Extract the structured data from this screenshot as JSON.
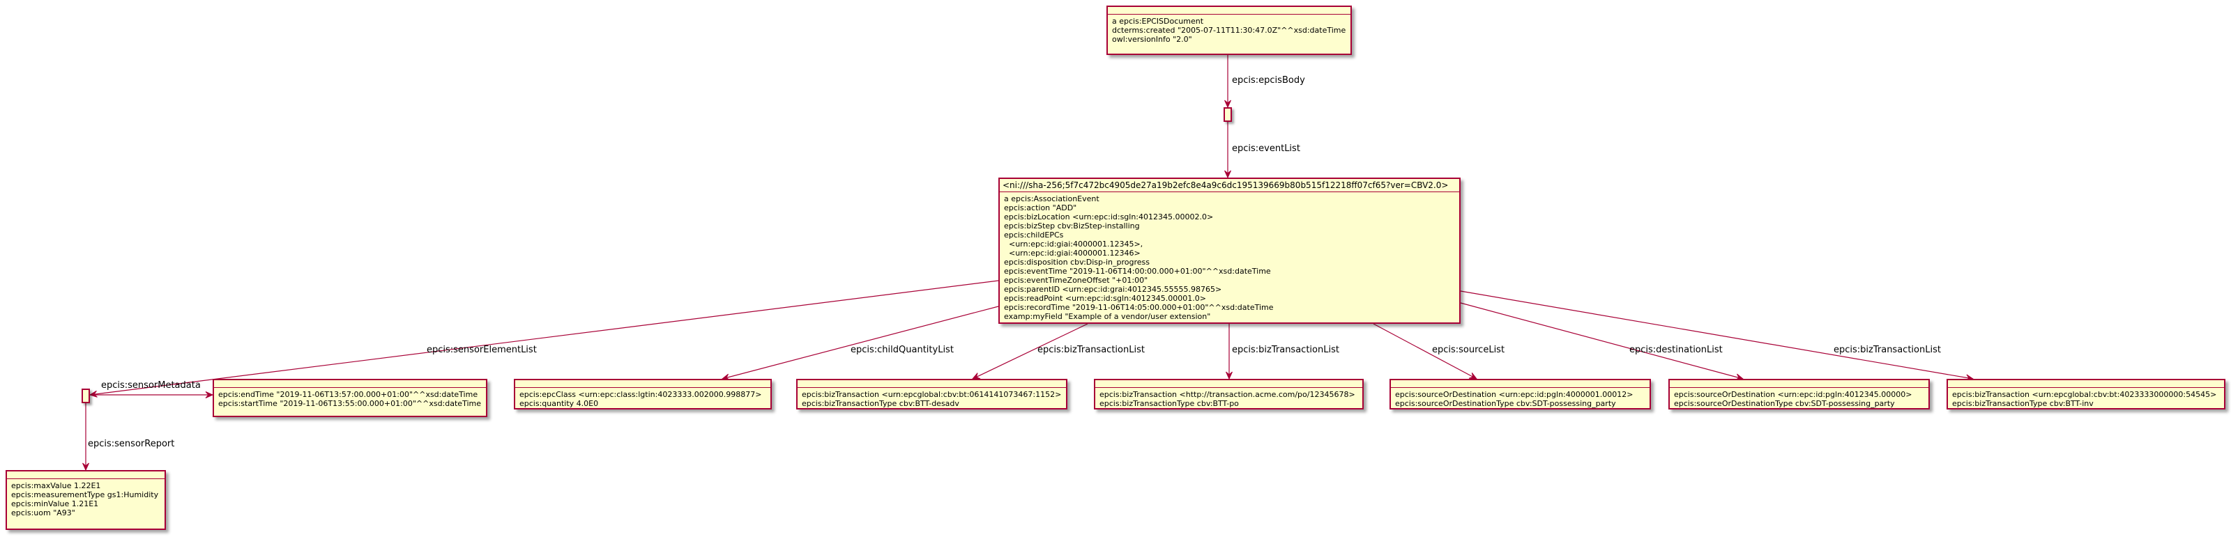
{
  "nodes": {
    "doc": {
      "header": "",
      "lines": [
        "a epcis:EPCISDocument",
        "dcterms:created \"2005-07-11T11:30:47.0Z\"^^xsd:dateTime",
        "owl:versionInfo \"2.0\""
      ]
    },
    "event": {
      "header": "<ni:///sha-256;5f7c472bc4905de27a19b2efc8e4a9c6dc195139669b80b515f12218ff07cf65?ver=CBV2.0>",
      "lines": [
        "a epcis:AssociationEvent",
        "epcis:action \"ADD\"",
        "epcis:bizLocation <urn:epc:id:sgln:4012345.00002.0>",
        "epcis:bizStep cbv:BizStep-installing",
        "epcis:childEPCs",
        "  <urn:epc:id:giai:4000001.12345>,",
        "  <urn:epc:id:giai:4000001.12346>",
        "epcis:disposition cbv:Disp-in_progress",
        "epcis:eventTime \"2019-11-06T14:00:00.000+01:00\"^^xsd:dateTime",
        "epcis:eventTimeZoneOffset \"+01:00\"",
        "epcis:parentID <urn:epc:id:grai:4012345.55555.98765>",
        "epcis:readPoint <urn:epc:id:sgln:4012345.00001.0>",
        "epcis:recordTime \"2019-11-06T14:05:00.000+01:00\"^^xsd:dateTime",
        "examp:myField \"Example of a vendor/user extension\""
      ]
    },
    "time": {
      "header": "",
      "lines": [
        "epcis:endTime \"2019-11-06T13:57:00.000+01:00\"^^xsd:dateTime",
        "epcis:startTime \"2019-11-06T13:55:00.000+01:00\"^^xsd:dateTime"
      ]
    },
    "report": {
      "header": "",
      "lines": [
        "epcis:maxValue 1.22E1",
        "epcis:measurementType gs1:Humidity",
        "epcis:minValue 1.21E1",
        "epcis:uom \"A93\""
      ]
    },
    "qty": {
      "header": "",
      "lines": [
        "epcis:epcClass <urn:epc:class:lgtin:4023333.002000.998877>",
        "epcis:quantity 4.0E0"
      ]
    },
    "bt1": {
      "header": "",
      "lines": [
        "epcis:bizTransaction <urn:epcglobal:cbv:bt:0614141073467:1152>",
        "epcis:bizTransactionType cbv:BTT-desadv"
      ]
    },
    "bt2": {
      "header": "",
      "lines": [
        "epcis:bizTransaction <http://transaction.acme.com/po/12345678>",
        "epcis:bizTransactionType cbv:BTT-po"
      ]
    },
    "src": {
      "header": "",
      "lines": [
        "epcis:sourceOrDestination <urn:epc:id:pgln:4000001.00012>",
        "epcis:sourceOrDestinationType cbv:SDT-possessing_party"
      ]
    },
    "dst": {
      "header": "",
      "lines": [
        "epcis:sourceOrDestination <urn:epc:id:pgln:4012345.00000>",
        "epcis:sourceOrDestinationType cbv:SDT-possessing_party"
      ]
    },
    "bt3": {
      "header": "",
      "lines": [
        "epcis:bizTransaction <urn:epcglobal:cbv:bt:4023333000000:54545>",
        "epcis:bizTransactionType cbv:BTT-inv"
      ]
    }
  },
  "edge_labels": {
    "epcisBody": "epcis:epcisBody",
    "eventList": "epcis:eventList",
    "sensorElementList": "epcis:sensorElementList",
    "childQuantityList": "epcis:childQuantityList",
    "bizTransactionList1": "epcis:bizTransactionList",
    "bizTransactionList2": "epcis:bizTransactionList",
    "sourceList": "epcis:sourceList",
    "destinationList": "epcis:destinationList",
    "bizTransactionList3": "epcis:bizTransactionList",
    "sensorMetadata": "epcis:sensorMetadata",
    "sensorReport": "epcis:sensorReport"
  },
  "colors": {
    "node_fill": "#fefece",
    "border": "#a80036"
  }
}
